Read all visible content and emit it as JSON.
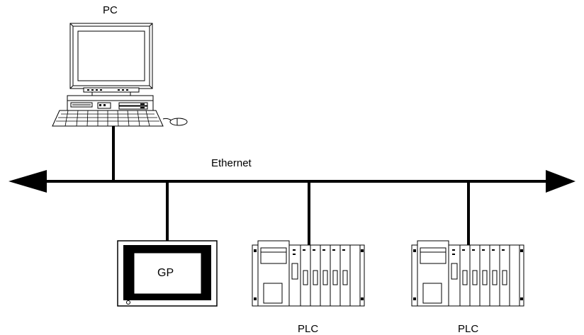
{
  "diagram": {
    "pc_label": "PC",
    "network_label": "Ethernet",
    "gp_label": "GP",
    "plc_label_1": "PLC",
    "plc_label_2": "PLC"
  }
}
